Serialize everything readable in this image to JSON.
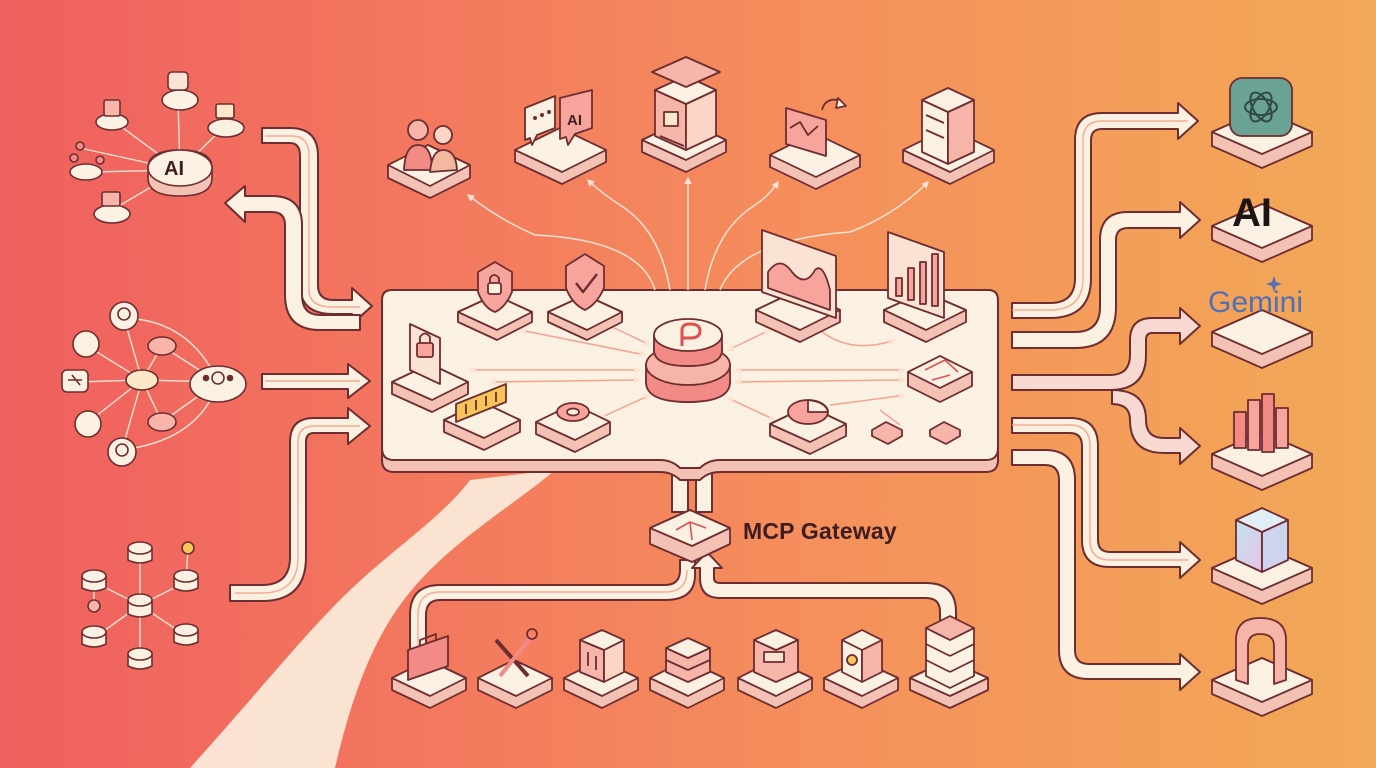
{
  "gateway": {
    "label": "MCP Gateway"
  },
  "hub_left": {
    "label": "AI"
  },
  "agent_card": {
    "label": "AI"
  },
  "providers": {
    "anthropic_label": "AI",
    "gemini_label": "Gemini"
  },
  "colors": {
    "background_left": "#ef5f5f",
    "background_right": "#f2a957",
    "platform": "#fbf1e3",
    "outline": "#6e2d30",
    "accent": "#f28a85",
    "dark_text": "#3d1d21",
    "openai_green": "#6aa394",
    "gemini_blue": "#4f6fb6"
  },
  "icons": [
    "ai-hub-icon",
    "knowledge-graph-icon",
    "database-network-icon",
    "user-group-icon",
    "ai-chat-icon",
    "server-cube-icon",
    "chart-analytics-icon",
    "server-rack-icon",
    "shield-lock-icon",
    "shield-check-icon",
    "monitor-chart-icon",
    "bar-chart-icon",
    "padlock-icon",
    "gateway-core-icon",
    "routing-icon",
    "message-bar-icon",
    "gear-icon",
    "pie-chart-icon",
    "gateway-router-icon",
    "briefcase-icon",
    "tools-icon",
    "building-icon",
    "database-icon",
    "storage-icon",
    "server-gear-icon",
    "server-stack-icon",
    "openai-logo-icon",
    "anthropic-logo-icon",
    "gemini-logo-icon",
    "bar-cubes-icon",
    "glass-cube-icon",
    "arch-icon"
  ]
}
